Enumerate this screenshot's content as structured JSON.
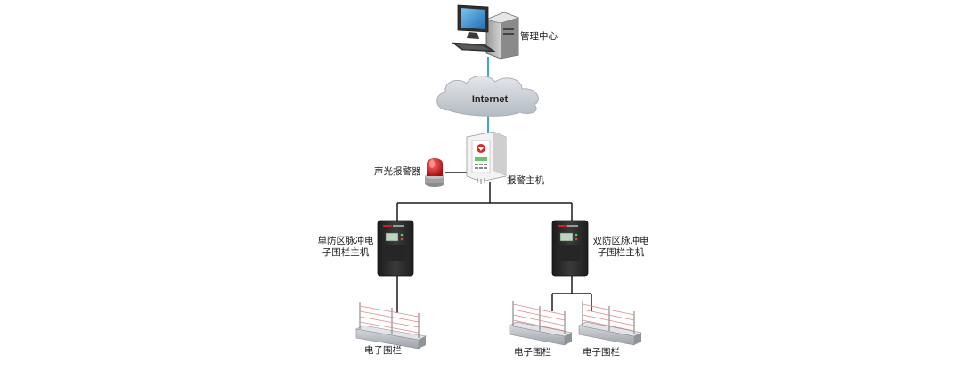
{
  "nodes": {
    "management_center": "管理中心",
    "internet": "Internet",
    "audible_visual_alarm": "声光报警器",
    "alarm_host": "报警主机",
    "single_zone_host_line1": "单防区脉冲电",
    "single_zone_host_line2": "子围栏主机",
    "dual_zone_host_line1": "双防区脉冲电",
    "dual_zone_host_line2": "子围栏主机",
    "fence_1": "电子围栏",
    "fence_2": "电子围栏",
    "fence_3": "电子围栏"
  },
  "colors": {
    "network_link": "#3aa6e0",
    "wire": "#1a1a1a",
    "cloud": "#c7ccd3",
    "host_body": "#2b2b2b",
    "beacon": "#cc1a1a"
  },
  "icons": {
    "management_center": "desktop-computer-icon",
    "internet": "cloud-icon",
    "alarm_host": "alarm-panel-icon",
    "audible_visual_alarm": "beacon-light-icon",
    "fence_host": "fence-energizer-icon",
    "fence": "electric-fence-wall-icon"
  }
}
